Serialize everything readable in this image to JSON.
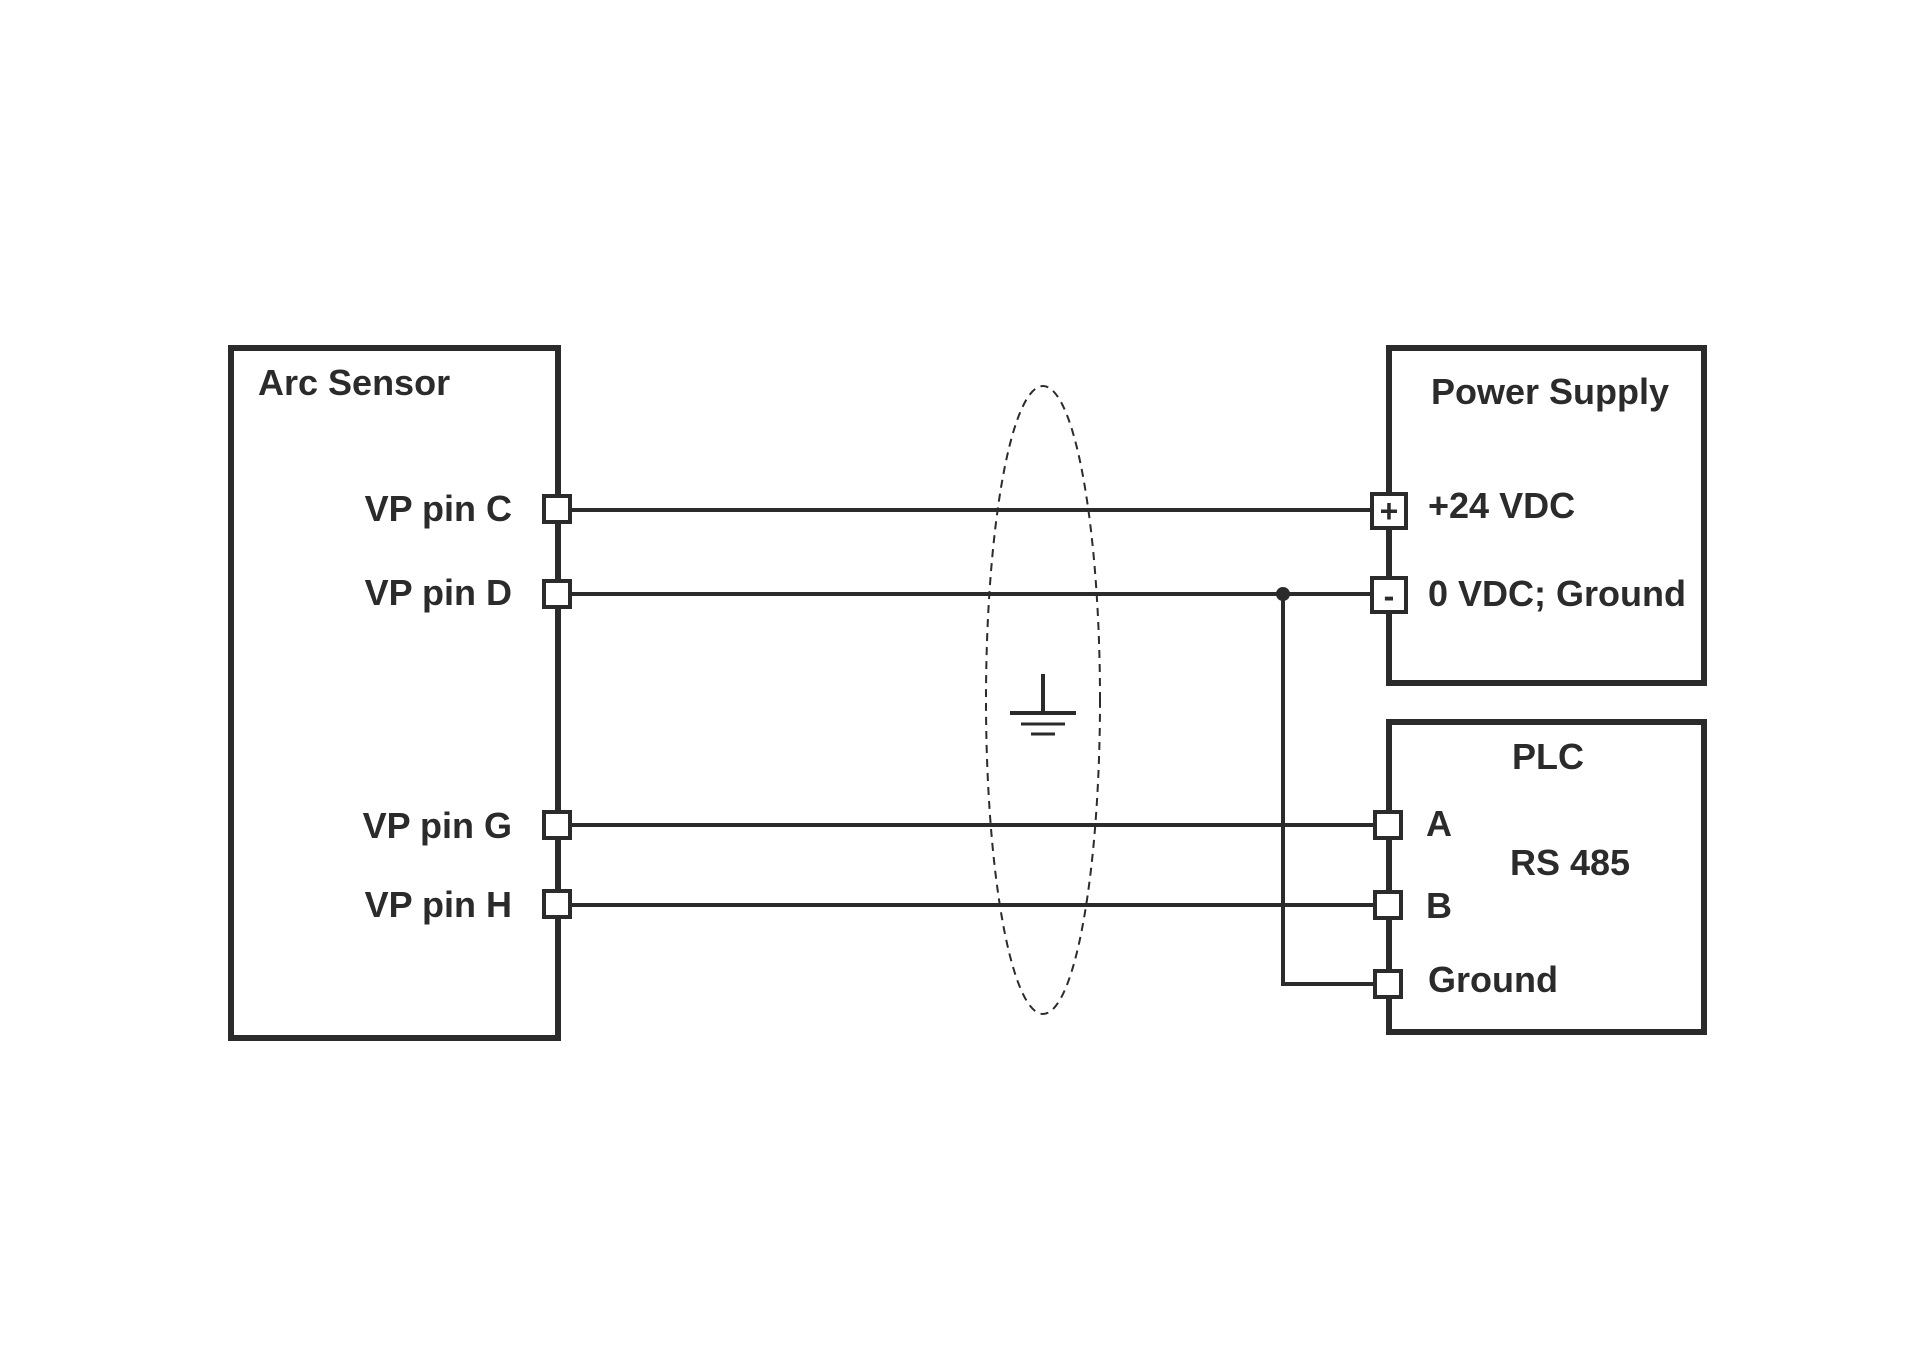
{
  "arc_sensor": {
    "title": "Arc Sensor",
    "pins": [
      "VP pin C",
      "VP pin D",
      "VP pin G",
      "VP pin H"
    ]
  },
  "power_supply": {
    "title": "Power Supply",
    "plus_terminal": "+24 VDC",
    "minus_terminal": "0 VDC; Ground",
    "plus_symbol": "+",
    "minus_symbol": "-"
  },
  "plc": {
    "title": "PLC",
    "protocol": "RS 485",
    "terminals": [
      "A",
      "B",
      "Ground"
    ]
  },
  "shield": {
    "ground_icon": "ground-icon"
  },
  "colors": {
    "ink": "#2b2b2b",
    "background": "#ffffff"
  }
}
